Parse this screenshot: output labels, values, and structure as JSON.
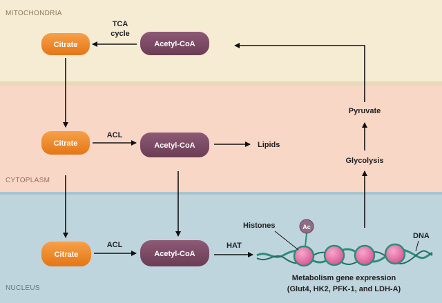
{
  "compartments": {
    "mitochondria": "MITOCHONDRIA",
    "cytoplasm": "CYTOPLASM",
    "nucleus": "NUCLEUS"
  },
  "nodes": {
    "citrate_mito": "Citrate",
    "acetylcoa_mito": "Acetyl-CoA",
    "citrate_cyto": "Citrate",
    "acetylcoa_cyto": "Acetyl-CoA",
    "citrate_nuc": "Citrate",
    "acetylcoa_nuc": "Acetyl-CoA"
  },
  "labels": {
    "tca_line1": "TCA",
    "tca_line2": "cycle",
    "acl_cyto": "ACL",
    "acl_nuc": "ACL",
    "lipids": "Lipids",
    "hat": "HAT",
    "histones": "Histones",
    "ac": "Ac",
    "dna": "DNA",
    "pyruvate": "Pyruvate",
    "glycolysis": "Glycolysis",
    "gene_expr_line1": "Metabolism gene expression",
    "gene_expr_line2": "(Glut4, HK2, PFK-1, and LDH-A)"
  },
  "colors": {
    "mito_band": "#f6ecd4",
    "cyto_band": "#f9d7c6",
    "nuc_band": "#bfd5dd",
    "citrate": "#f08a2a",
    "acetylcoa": "#7d4a63",
    "histone": "#e06aa3",
    "dna": "#2e8b7a"
  }
}
